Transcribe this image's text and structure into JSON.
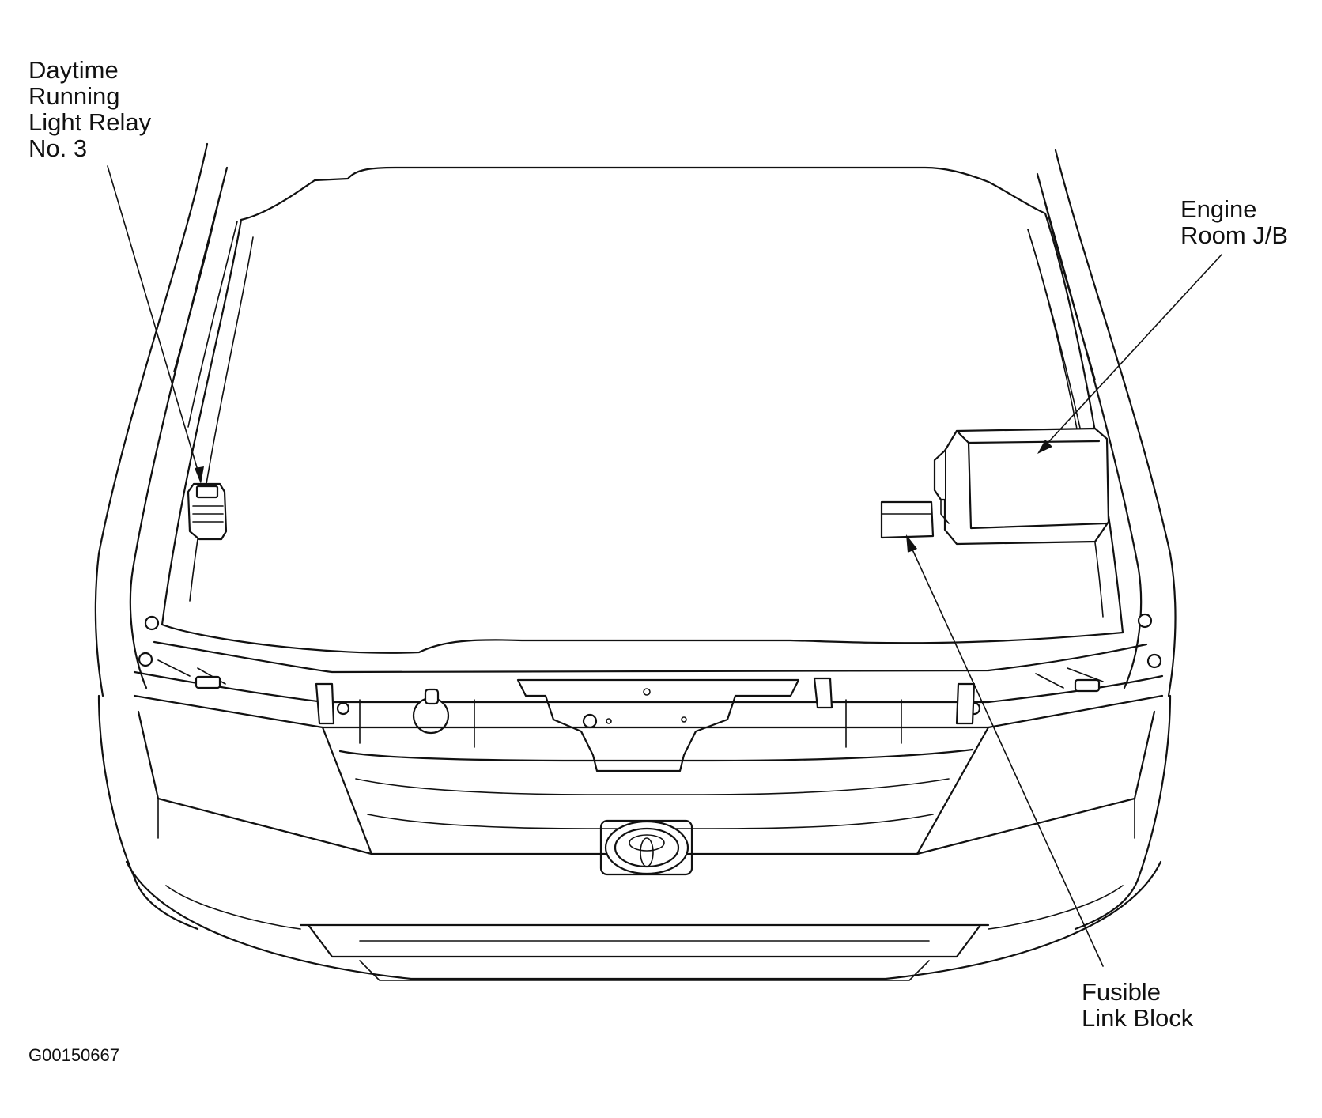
{
  "labels": {
    "drl_relay": [
      "Daytime",
      "Running",
      "Light Relay",
      "No. 3"
    ],
    "engine_room_jb": [
      "Engine",
      "Room J/B"
    ],
    "fusible_link_block": [
      "Fusible",
      "Link Block"
    ]
  },
  "figure_code": "G00150667",
  "colors": {
    "line": "#111111",
    "background": "#ffffff"
  }
}
